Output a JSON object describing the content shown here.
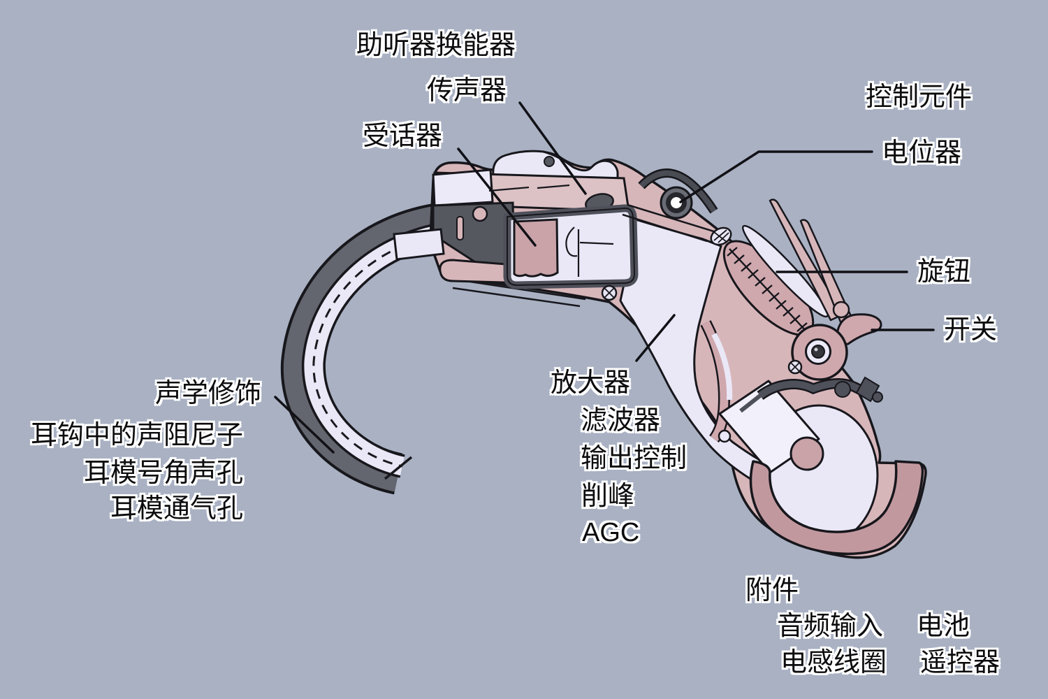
{
  "figure": {
    "description": "Cutaway diagram of a behind-the-ear hearing aid with labeled parts",
    "language": "zh-CN"
  },
  "sections": {
    "transducer": {
      "heading": "助听器换能器",
      "items": [
        "传声器",
        "受话器"
      ]
    },
    "controls": {
      "heading": "控制元件",
      "items": [
        "电位器",
        "旋钮",
        "开关"
      ]
    },
    "acoustic": {
      "heading": "声学修饰",
      "items": [
        "耳钩中的声阻尼子",
        "耳模号角声孔",
        "耳模通气孔"
      ]
    },
    "amplifier": {
      "heading": "放大器",
      "items": [
        "滤波器",
        "输出控制",
        "削峰",
        "AGC"
      ]
    },
    "accessories": {
      "heading": "附件",
      "row1": [
        "音频输入",
        "电池"
      ],
      "row2": [
        "电感线圈",
        "遥控器"
      ]
    }
  },
  "colors": {
    "background": "#a9b1c3",
    "body_pink": "#d7b6ba",
    "body_pink_light": "#dcc2c5",
    "body_pink_dark": "#c2989f",
    "interior_white": "#eae8f7",
    "dark_gray": "#56585f",
    "outline": "#17171c",
    "label_text": "#0c0c0e",
    "label_halo": "#ffffff"
  }
}
